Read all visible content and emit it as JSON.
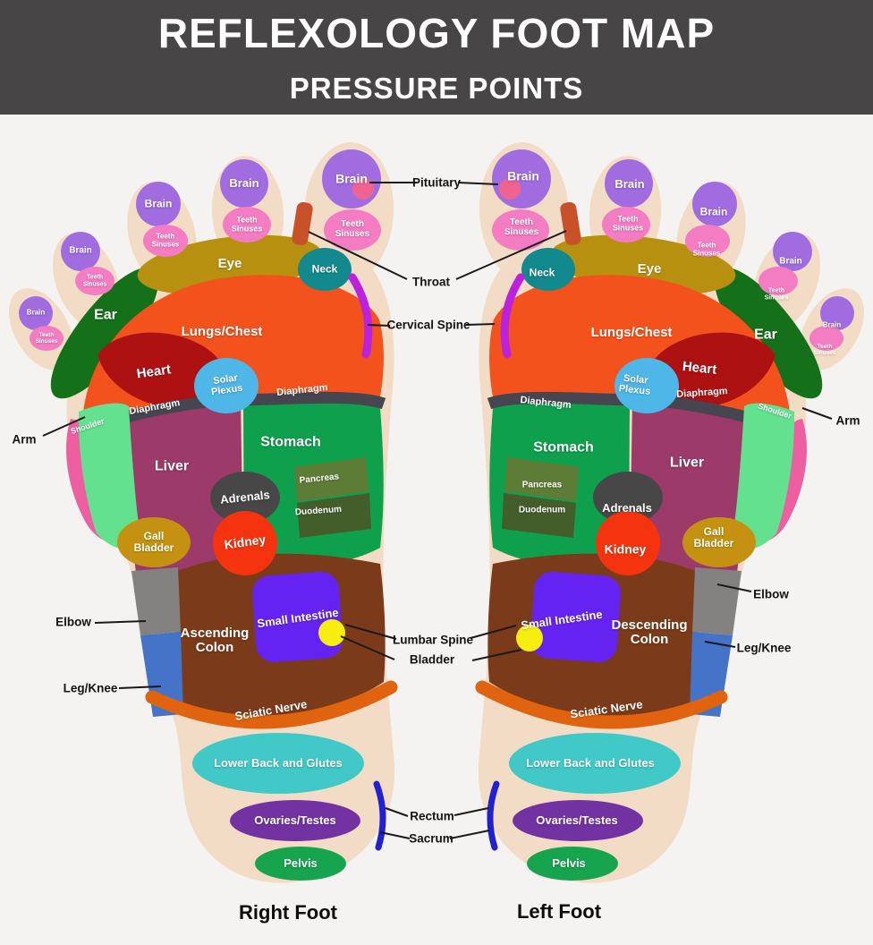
{
  "header": {
    "title": "REFLEXOLOGY FOOT MAP",
    "subtitle": "PRESSURE POINTS"
  },
  "labels": {
    "brain": "Brain",
    "teeth_sinuses": "Teeth Sinuses",
    "eye": "Eye",
    "ear": "Ear",
    "neck": "Neck",
    "lungs_chest": "Lungs/Chest",
    "heart": "Heart",
    "solar_plexus": "Solar Plexus",
    "diaphragm": "Diaphragm",
    "shoulder": "Shoulder",
    "liver": "Liver",
    "stomach": "Stomach",
    "pancreas": "Pancreas",
    "duodenum": "Duodenum",
    "adrenals": "Adrenals",
    "kidney": "Kidney",
    "gall_bladder": "Gall Bladder",
    "ascending_colon": "Ascending Colon",
    "descending_colon": "Descending Colon",
    "small_intestine": "Small Intestine",
    "sciatic_nerve": "Sciatic Nerve",
    "lower_back_glutes": "Lower Back and Glutes",
    "ovaries_testes": "Ovaries/Testes",
    "pelvis": "Pelvis"
  },
  "pointers": {
    "pituitary": "Pituitary",
    "throat": "Throat",
    "cervical_spine": "Cervical Spine",
    "arm": "Arm",
    "elbow": "Elbow",
    "leg_knee": "Leg/Knee",
    "lumbar_spine": "Lumbar Spine",
    "bladder": "Bladder",
    "rectum": "Rectum",
    "sacrum": "Sacrum"
  },
  "footers": {
    "right": "Right Foot",
    "left": "Left Foot"
  },
  "colors": {
    "header_bg": "#474546",
    "skin": "#f3dcc6",
    "brain": "#a06ce0",
    "teeth_sinuses": "#f47cc3",
    "pituitary": "#ef6390",
    "throat": "#c9512a",
    "eye": "#b8900f",
    "neck": "#12898c",
    "cervical_spine": "#bb22dd",
    "ear": "#15701a",
    "lungs_chest": "#f4521d",
    "heart": "#ad1111",
    "diaphragm": "#474550",
    "solar_plexus": "#4fb6e8",
    "shoulder_green": "#63e18f",
    "arm_pink": "#ee5fa2",
    "liver": "#9c3a69",
    "stomach": "#0fa04d",
    "pancreas": "#5d7d36",
    "duodenum": "#435e2a",
    "adrenals": "#474747",
    "kidney": "#f5340f",
    "gall_bladder": "#c49210",
    "colon": "#7b3b1a",
    "small_intestine": "#6423f0",
    "bladder": "#f7ee0f",
    "elbow": "#838281",
    "leg_knee": "#4573c8",
    "sciatic_nerve": "#e06310",
    "lower_back_glutes": "#40c9c6",
    "ovaries_testes": "#7232a2",
    "pelvis": "#17a44f",
    "sacrum_arc": "#2121cf",
    "line": "#1a1a1a"
  }
}
